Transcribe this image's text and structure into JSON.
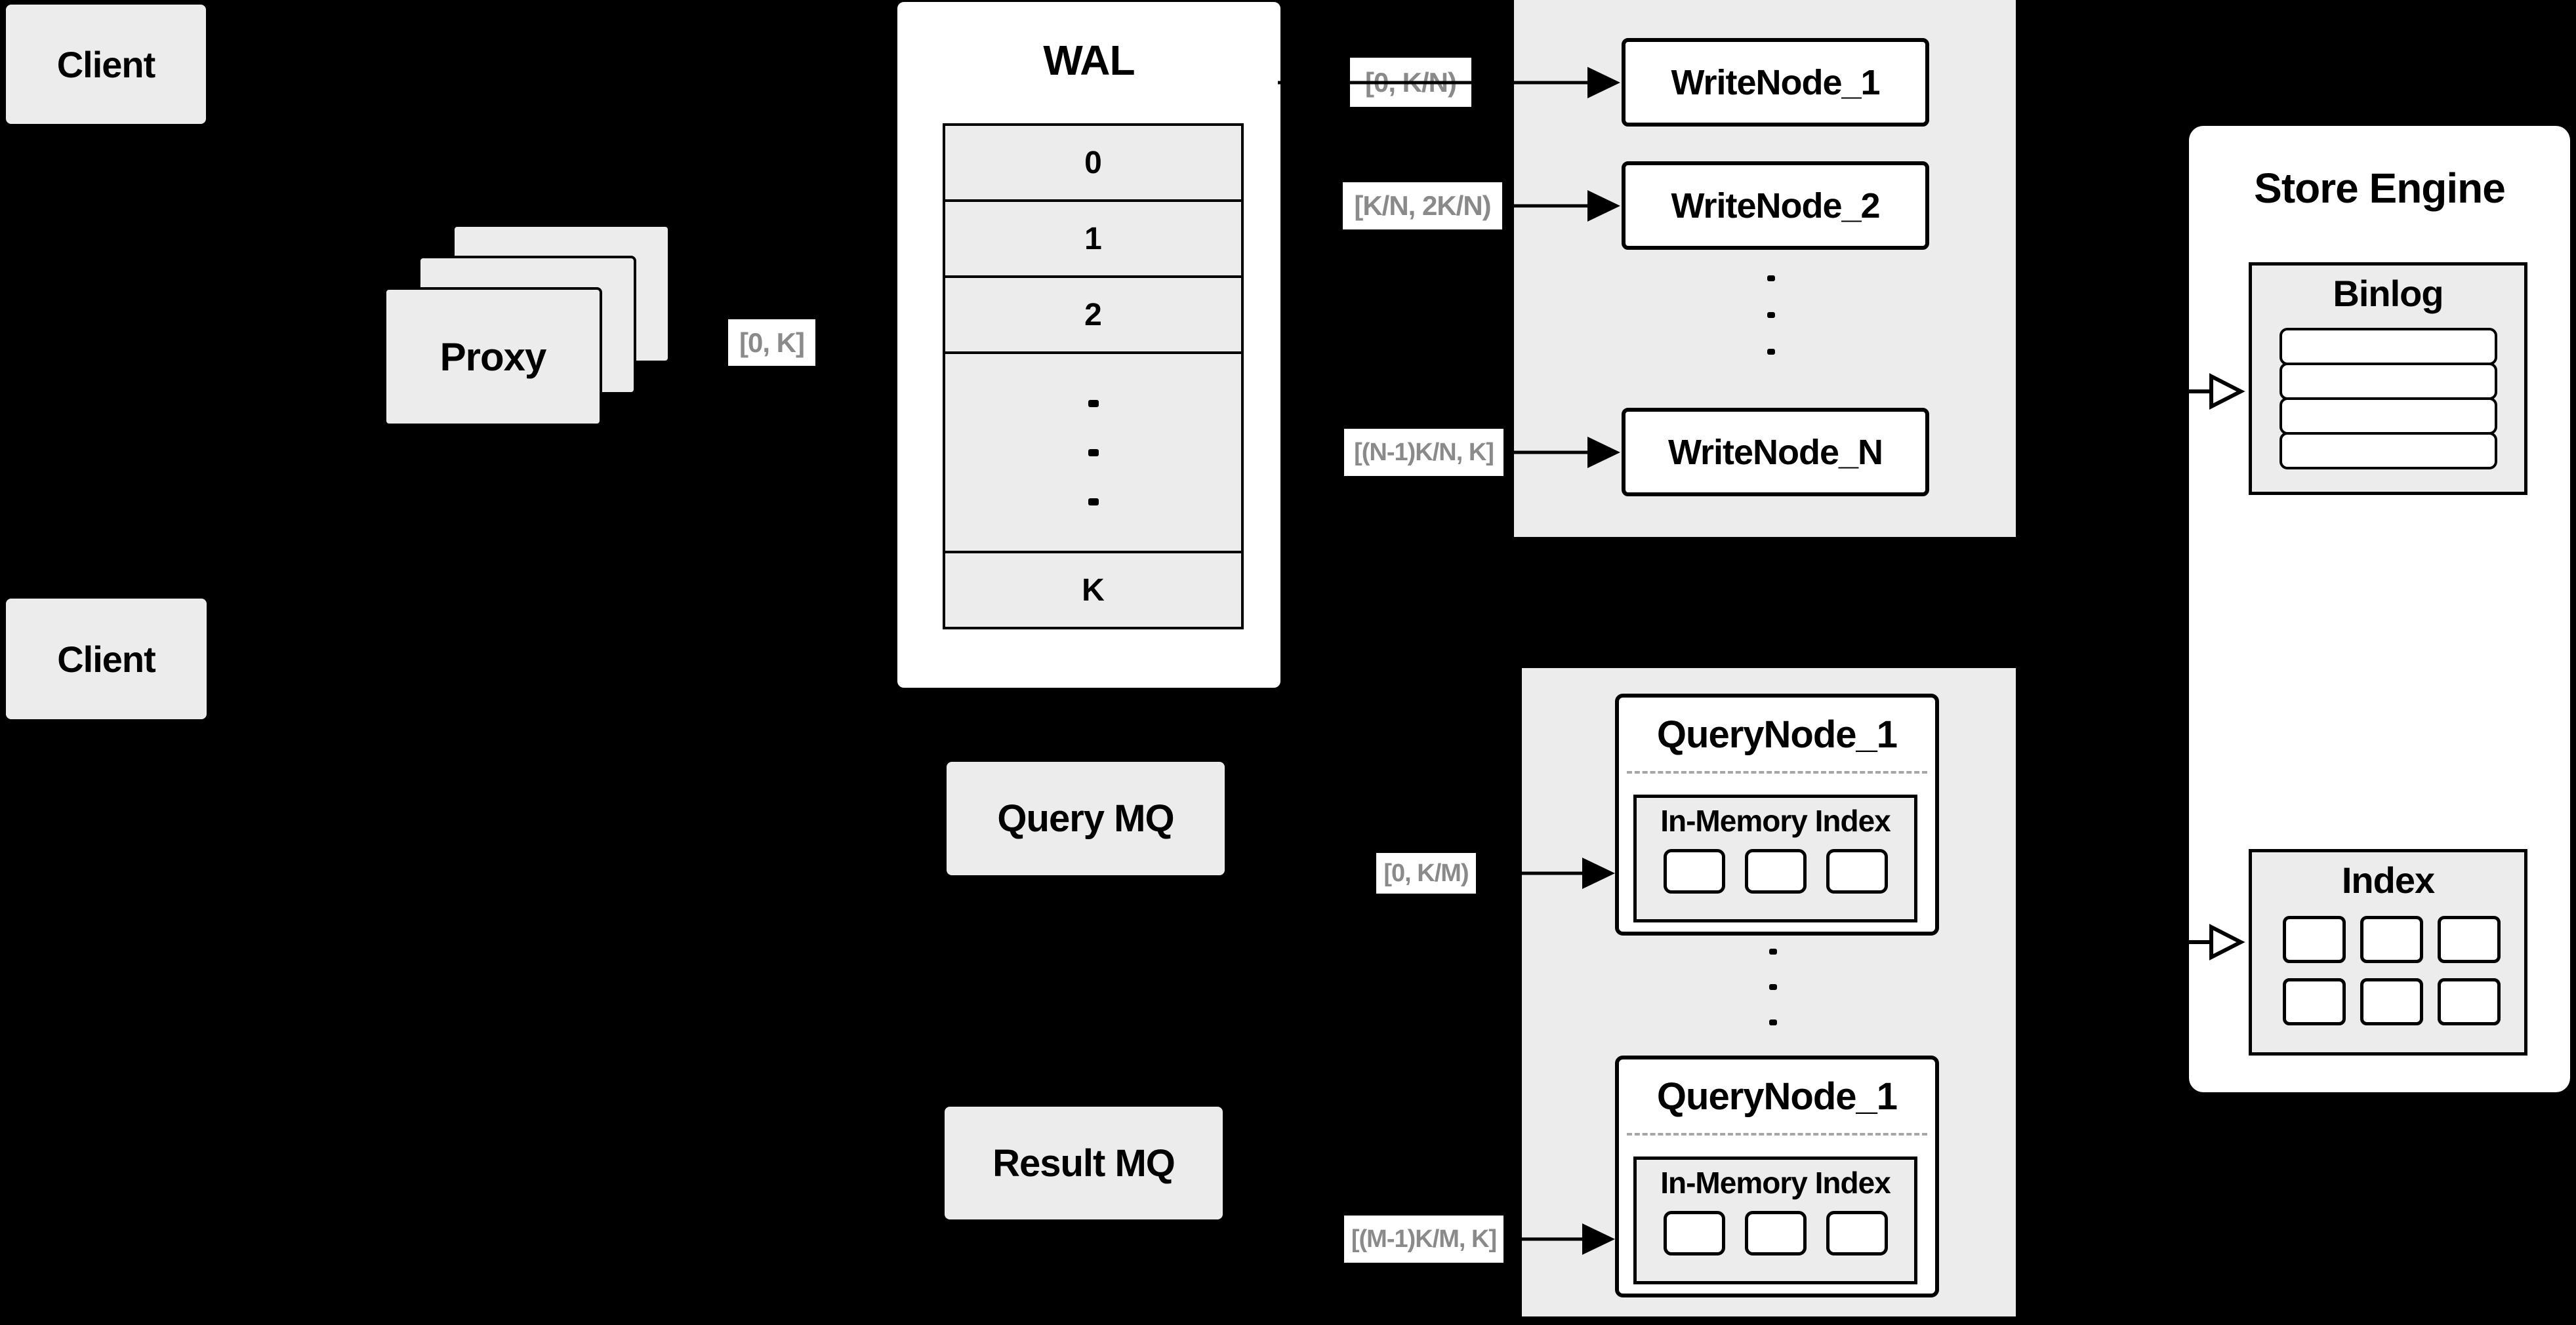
{
  "diagram": {
    "client_top": "Client",
    "client_bottom": "Client",
    "proxy": "Proxy",
    "wal": {
      "title": "WAL",
      "rows": [
        "0",
        "1",
        "2"
      ],
      "last_row": "K"
    },
    "write_node_group": {
      "nodes": [
        "WriteNode_1",
        "WriteNode_2",
        "WriteNode_N"
      ]
    },
    "query_node_group": {
      "nodes": [
        {
          "title": "QueryNode_1",
          "inmem_title": "In-Memory Index"
        },
        {
          "title": "QueryNode_1",
          "inmem_title": "In-Memory Index"
        }
      ]
    },
    "mq": {
      "query": "Query MQ",
      "result": "Result MQ"
    },
    "store_engine": {
      "title": "Store Engine",
      "binlog_title": "Binlog",
      "index_title": "Index"
    },
    "range_labels": {
      "proxy_to_wal": "[0, K]",
      "wal_to_writenode_1": "[0, K/N)",
      "wal_to_writenode_2": "[K/N, 2K/N)",
      "wal_to_writenode_n": "[(N-1)K/N, K]",
      "to_querynode_1": "[0, K/M)",
      "to_querynode_2": "[(M-1)K/M, K]"
    },
    "icons": {
      "solid_arrow": "right-arrow-icon",
      "hollow_arrow": "open-right-arrow-icon",
      "ellipsis": "vertical-dots-icon"
    },
    "colors": {
      "background": "#000000",
      "panel_gray": "#ececec",
      "card_white": "#ffffff",
      "border_black": "#000000",
      "label_text_gray": "#8a8a8a",
      "dashed_separator": "#a6a6a6"
    }
  }
}
